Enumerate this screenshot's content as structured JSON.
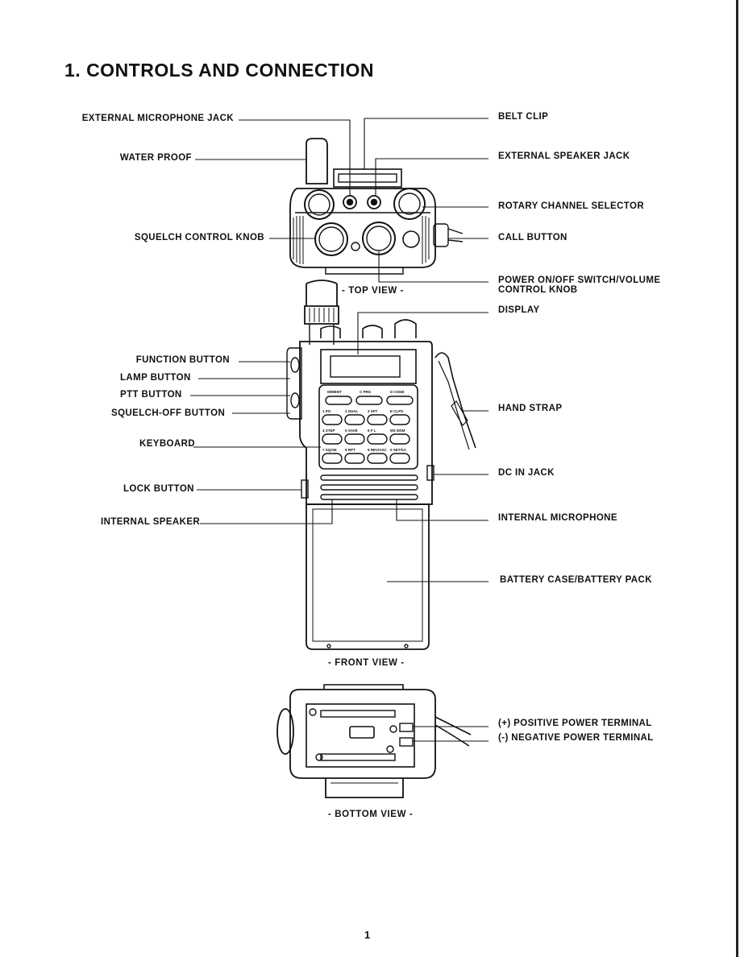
{
  "title": "1. CONTROLS AND CONNECTION",
  "labels_left": {
    "ext_mic": "EXTERNAL MICROPHONE JACK",
    "water_proof": "WATER PROOF",
    "squelch_knob": "SQUELCH CONTROL KNOB",
    "function_btn": "FUNCTION BUTTON",
    "lamp_btn": "LAMP BUTTON",
    "ptt_btn": "PTT BUTTON",
    "sq_off_btn": "SQUELCH-OFF BUTTON",
    "keyboard": "KEYBOARD",
    "lock_btn": "LOCK BUTTON",
    "int_speaker": "INTERNAL SPEAKER"
  },
  "labels_right": {
    "belt_clip": "BELT CLIP",
    "ext_speaker": "EXTERNAL SPEAKER JACK",
    "rotary": "ROTARY CHANNEL SELECTOR",
    "call_btn": "CALL BUTTON",
    "power_line1": "POWER ON/OFF SWITCH/VOLUME",
    "power_line2": "CONTROL KNOB",
    "display": "DISPLAY",
    "hand_strap": "HAND STRAP",
    "dc_in": "DC IN JACK",
    "int_mic": "INTERNAL MICROPHONE",
    "battery": "BATTERY CASE/BATTERY PACK",
    "pos_term": "(+) POSITIVE POWER TERMINAL",
    "neg_term": "(-) NEGATIVE POWER TERMINAL"
  },
  "captions": {
    "top": "- TOP VIEW -",
    "front": "- FRONT VIEW -",
    "bottom": "- BOTTOM VIEW -"
  },
  "keypad": {
    "top_row": [
      "M/MENT",
      "C PRG",
      "D CODE"
    ],
    "keys": [
      "1 PO",
      "2 DUAL",
      "3 SFT",
      "E CLPS",
      "4 STEP",
      "5 SAVE",
      "6 F L",
      "MS MSM",
      "7 SQOM",
      "8 RPT",
      "9 REV/ASC",
      "0 SET/SA"
    ]
  },
  "page_number": "1"
}
